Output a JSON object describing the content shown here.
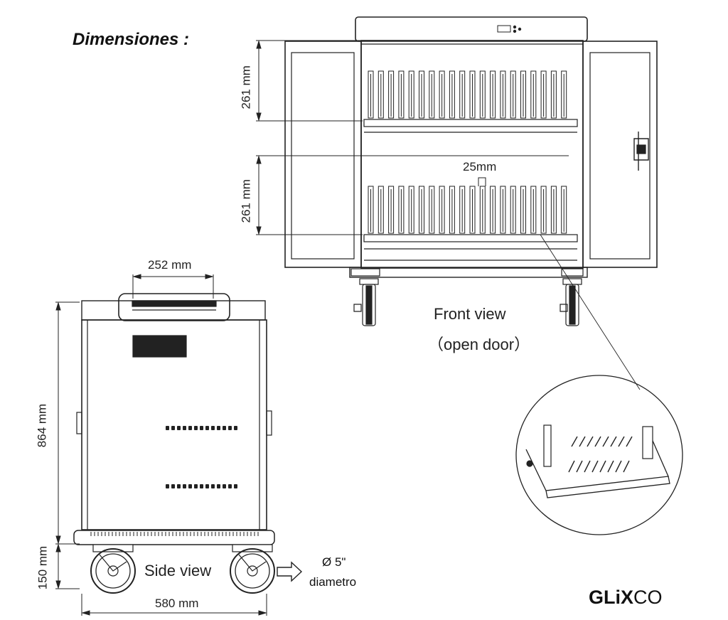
{
  "title": "Dimensiones :",
  "front": {
    "view_label": "Front view",
    "sub_label": "（open door）",
    "shelf_height_top": "261 mm",
    "shelf_height_bottom": "261 mm",
    "slot_gap": "25mm"
  },
  "side": {
    "view_label": "Side view",
    "handle_width": "252 mm",
    "height": "864 mm",
    "wheel_height": "150 mm",
    "depth": "580 mm",
    "wheel_size": "Ø 5\"",
    "wheel_word": "diametro"
  },
  "brand": {
    "bold": "GLiX",
    "regular": "CO"
  },
  "colors": {
    "line": "#222222",
    "fill": "#ffffff",
    "dark": "#1a1a1a"
  },
  "icons": [
    "arrow-right-icon",
    "caster-wheel-icon"
  ]
}
